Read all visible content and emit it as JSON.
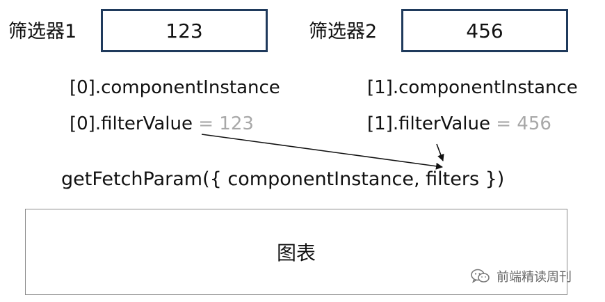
{
  "filter1": {
    "label": "筛选器1",
    "value": "123"
  },
  "filter2": {
    "label": "筛选器2",
    "value": "456"
  },
  "left_column": {
    "instance": "[0].componentInstance",
    "filter_prefix": "[0].filterValue",
    "filter_suffix": " = 123"
  },
  "right_column": {
    "instance": "[1].componentInstance",
    "filter_prefix": "[1].filterValue",
    "filter_suffix": " = 456"
  },
  "call": {
    "text": "getFetchParam({ componentInstance, filters })"
  },
  "chart": {
    "label": "图表"
  },
  "watermark": {
    "text": "前端精读周刊",
    "icon": "wechat-icon"
  },
  "colors": {
    "box_border": "#1f3a5c",
    "muted": "#a8a8a8"
  }
}
